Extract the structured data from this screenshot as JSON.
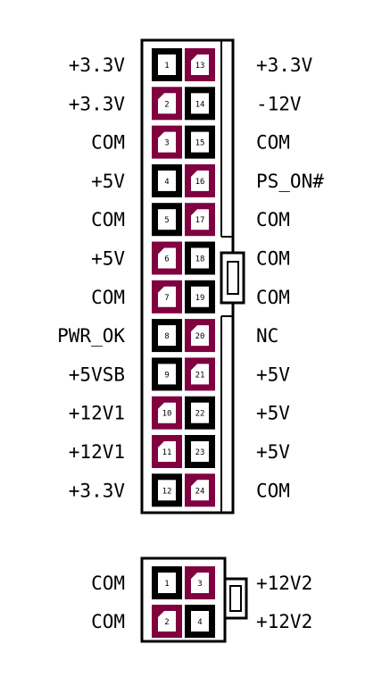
{
  "colors": {
    "housing": "#000000",
    "type_a": "#000000",
    "type_b": "#800040",
    "face": "#ffffff"
  },
  "main_connector": {
    "left_labels": [
      "+3.3V",
      "+3.3V",
      "COM",
      "+5V",
      "COM",
      "+5V",
      "COM",
      "PWR_OK",
      "+5VSB",
      "+12V1",
      "+12V1",
      "+3.3V"
    ],
    "right_labels": [
      "+3.3V",
      "-12V",
      "COM",
      "PS_ON#",
      "COM",
      "COM",
      "COM",
      "NC",
      "+5V",
      "+5V",
      "+5V",
      "COM"
    ],
    "left_pin_numbers": [
      "1",
      "2",
      "3",
      "4",
      "5",
      "6",
      "7",
      "8",
      "9",
      "10",
      "11",
      "12"
    ],
    "right_pin_numbers": [
      "13",
      "14",
      "15",
      "16",
      "17",
      "18",
      "19",
      "20",
      "21",
      "22",
      "23",
      "24"
    ],
    "left_pin_styles": [
      "a",
      "b",
      "b",
      "a",
      "a",
      "b",
      "b",
      "a",
      "a",
      "b",
      "b",
      "a"
    ],
    "right_pin_styles": [
      "b",
      "a",
      "a",
      "b",
      "b",
      "a",
      "a",
      "b",
      "b",
      "a",
      "a",
      "b"
    ]
  },
  "aux_connector": {
    "left_labels": [
      "COM",
      "COM"
    ],
    "right_labels": [
      "+12V2",
      "+12V2"
    ],
    "left_pin_numbers": [
      "1",
      "2"
    ],
    "right_pin_numbers": [
      "3",
      "4"
    ],
    "left_pin_styles": [
      "a",
      "b"
    ],
    "right_pin_styles": [
      "b",
      "a"
    ]
  }
}
